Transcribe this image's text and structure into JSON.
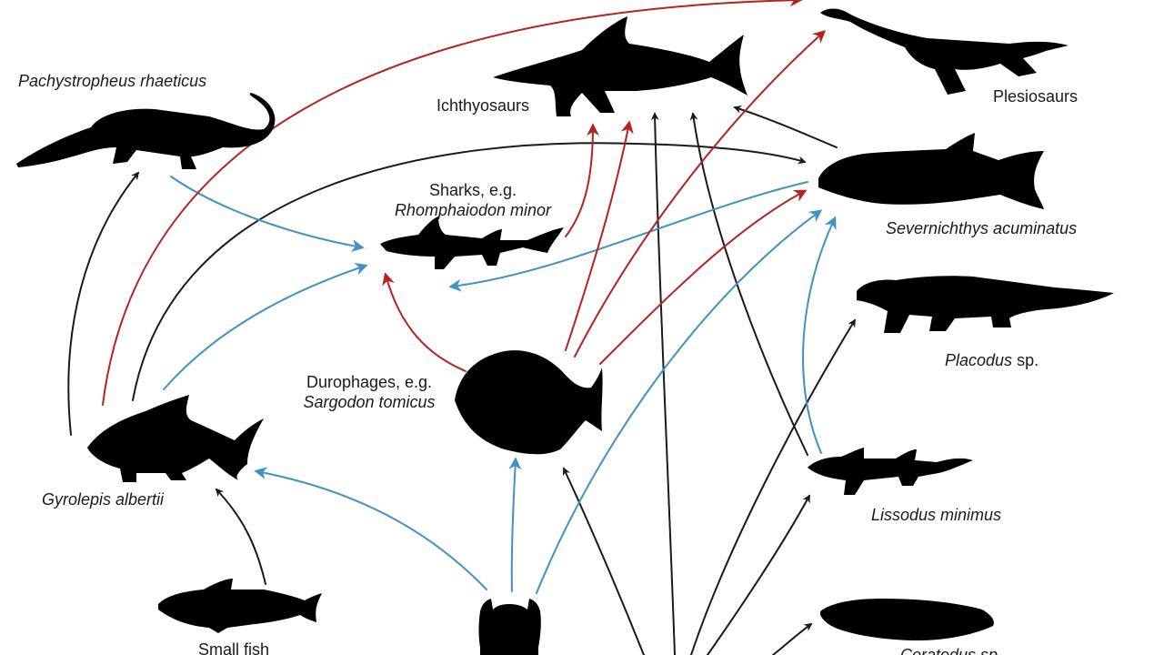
{
  "colors": {
    "black_arrow": "#1a1a1a",
    "blue_arrow": "#3f92c4",
    "red_arrow": "#b3231f",
    "silhouette": "#000000"
  },
  "labels": {
    "pachystropheus": "Pachystropheus rhaeticus",
    "ichthyosaurs": "Ichthyosaurs",
    "plesiosaurs": "Plesiosaurs",
    "sharks_line1": "Sharks, e.g.",
    "sharks_line2": "Rhomphaiodon minor",
    "severnichthys": "Severnichthys acuminatus",
    "placodus_name": "Placodus",
    "placodus_sp": " sp.",
    "durophages_line1": "Durophages, e.g.",
    "durophages_line2": "Sargodon tomicus",
    "gyrolepis": "Gyrolepis albertii",
    "lissodus": "Lissodus minimus",
    "small_fish": "Small fish",
    "ceratodus_partial": "Ceratodus sp."
  },
  "organisms": [
    {
      "id": "pachystropheus",
      "icon": "pachystropheus-silhouette"
    },
    {
      "id": "ichthyosaurs",
      "icon": "ichthyosaur-silhouette"
    },
    {
      "id": "plesiosaurs",
      "icon": "plesiosaur-silhouette"
    },
    {
      "id": "sharks",
      "icon": "shark-silhouette"
    },
    {
      "id": "severnichthys",
      "icon": "severnichthys-silhouette"
    },
    {
      "id": "placodus",
      "icon": "placodus-silhouette"
    },
    {
      "id": "durophages",
      "icon": "durophage-fish-silhouette"
    },
    {
      "id": "gyrolepis",
      "icon": "gyrolepis-fish-silhouette"
    },
    {
      "id": "lissodus",
      "icon": "lissodus-shark-silhouette"
    },
    {
      "id": "small_fish",
      "icon": "small-fish-silhouette"
    },
    {
      "id": "crustacean",
      "icon": "crustacean-silhouette"
    },
    {
      "id": "ceratodus",
      "icon": "lungfish-silhouette"
    }
  ],
  "links": [
    {
      "from": "small_fish",
      "to": "gyrolepis",
      "color": "black"
    },
    {
      "from": "gyrolepis",
      "to": "pachystropheus",
      "color": "black"
    },
    {
      "from": "gyrolepis",
      "to": "severnichthys",
      "color": "black"
    },
    {
      "from": "gyrolepis",
      "to": "plesiosaurs",
      "color": "red"
    },
    {
      "from": "gyrolepis",
      "to": "sharks",
      "color": "blue"
    },
    {
      "from": "pachystropheus",
      "to": "sharks",
      "color": "blue"
    },
    {
      "from": "severnichthys",
      "to": "sharks",
      "color": "blue"
    },
    {
      "from": "severnichthys",
      "to": "ichthyosaurs",
      "color": "black"
    },
    {
      "from": "sharks",
      "to": "ichthyosaurs",
      "color": "red"
    },
    {
      "from": "durophages",
      "to": "sharks",
      "color": "red"
    },
    {
      "from": "durophages",
      "to": "ichthyosaurs",
      "color": "red"
    },
    {
      "from": "durophages",
      "to": "plesiosaurs",
      "color": "red"
    },
    {
      "from": "durophages",
      "to": "severnichthys",
      "color": "red"
    },
    {
      "from": "crustacean",
      "to": "gyrolepis",
      "color": "blue"
    },
    {
      "from": "crustacean",
      "to": "durophages",
      "color": "blue"
    },
    {
      "from": "crustacean",
      "to": "severnichthys",
      "color": "blue"
    },
    {
      "from": "lissodus",
      "to": "severnichthys",
      "color": "blue"
    },
    {
      "from": "lissodus",
      "to": "ichthyosaurs",
      "color": "black"
    },
    {
      "from": "bottom",
      "to": "ichthyosaurs",
      "color": "black"
    },
    {
      "from": "bottom",
      "to": "durophages",
      "color": "black"
    },
    {
      "from": "bottom",
      "to": "lissodus",
      "color": "black"
    },
    {
      "from": "bottom",
      "to": "placodus",
      "color": "black"
    },
    {
      "from": "bottom",
      "to": "ceratodus",
      "color": "black"
    }
  ]
}
